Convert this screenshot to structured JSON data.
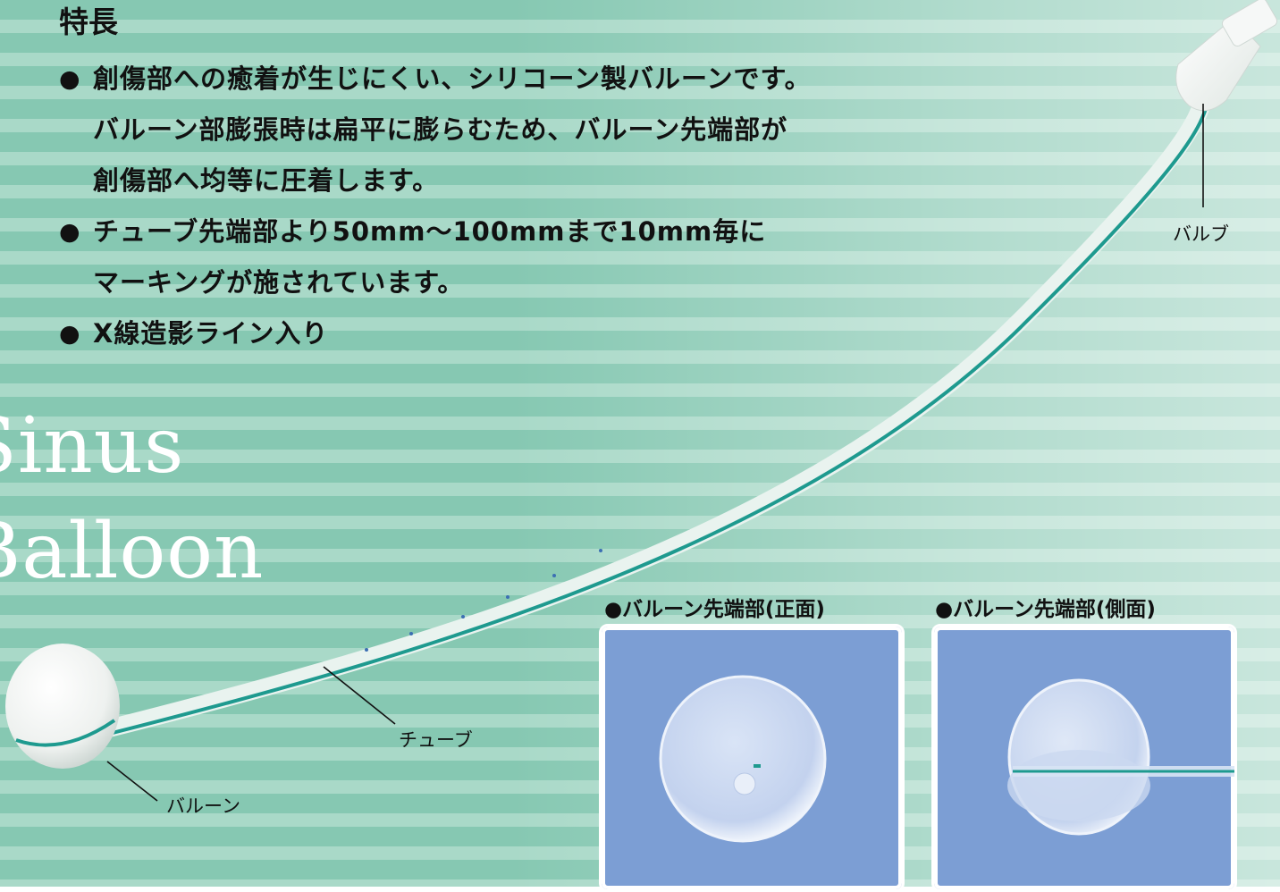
{
  "heading": "特長",
  "features": [
    {
      "bullet": "●",
      "text": "創傷部への癒着が生じにくい、シリコーン製バルーンです。\nバルーン部膨張時は扁平に膨らむため、バルーン先端部が\n創傷部へ均等に圧着します。"
    },
    {
      "bullet": "●",
      "text": "チューブ先端部より50mm〜100mmまで10mm毎に\nマーキングが施されています。"
    },
    {
      "bullet": "●",
      "text": "X線造影ライン入り"
    }
  ],
  "title": {
    "line1": "Sinus",
    "line2": "Balloon"
  },
  "callouts": {
    "valve": "バルブ",
    "tube": "チューブ",
    "balloon": "バルーン"
  },
  "panels": [
    {
      "label": "●バルーン先端部(正面)"
    },
    {
      "label": "●バルーン先端部(側面)"
    }
  ],
  "colors": {
    "stripe_dark": "#86c8b2",
    "stripe_light": "#a9d9c8",
    "panel_bg": "#7c9ed4",
    "tube_line": "#1e9a8f"
  }
}
